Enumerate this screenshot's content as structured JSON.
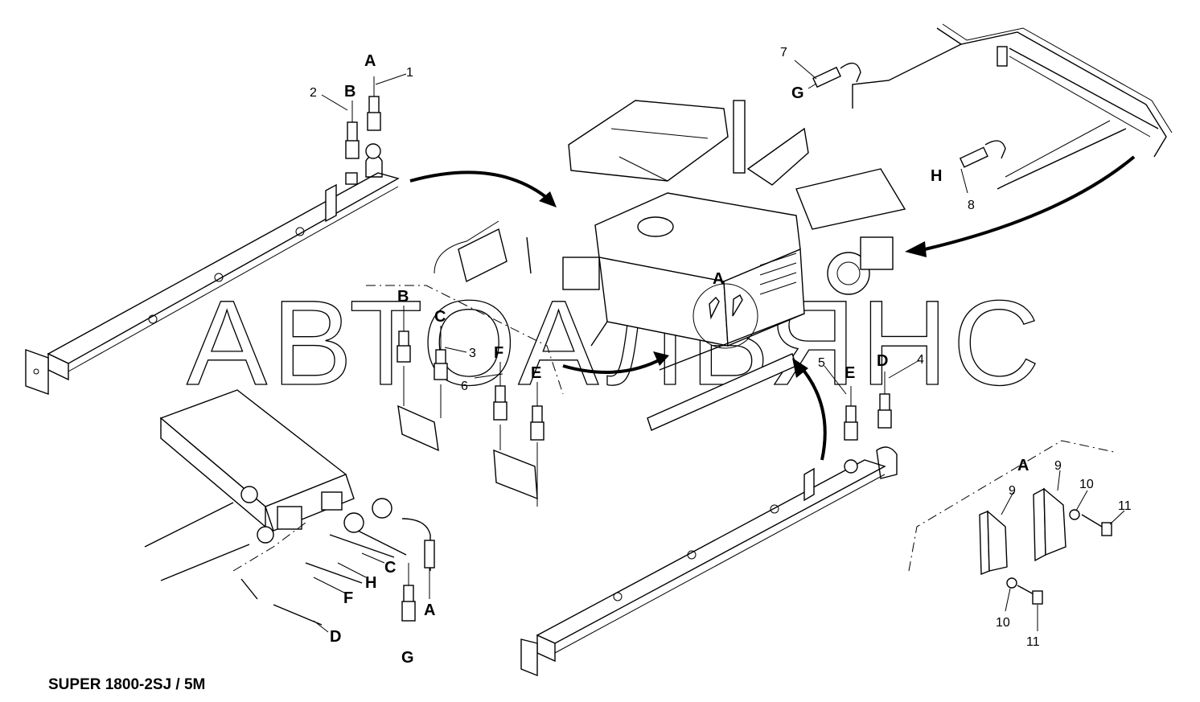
{
  "watermark": "АВТОАЛЬЯНС",
  "caption": "SUPER 1800-2SJ / 5M",
  "labels": {
    "A": "A",
    "B": "B",
    "C": "C",
    "D": "D",
    "E": "E",
    "F": "F",
    "G": "G",
    "H": "H"
  },
  "numbers": {
    "n1": "1",
    "n2": "2",
    "n3": "3",
    "n4": "4",
    "n5": "5",
    "n6": "6",
    "n7": "7",
    "n8": "8",
    "n9": "9",
    "n10": "10",
    "n11": "11"
  }
}
